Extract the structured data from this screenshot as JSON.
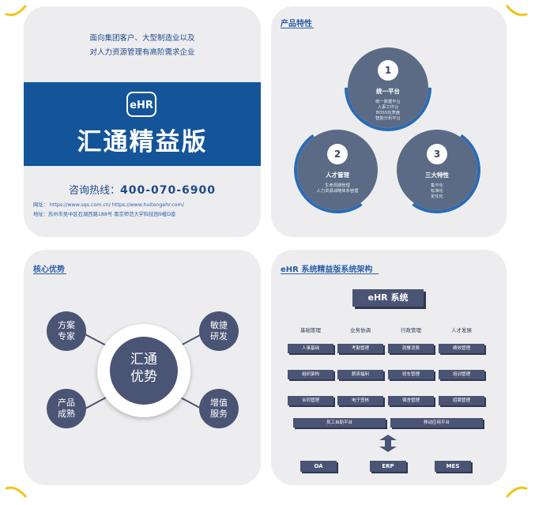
{
  "panel1": {
    "intro_line1": "面向集团客户、大型制造业以及",
    "intro_line2": "对人力资源管理有高阶需求企业",
    "logo": "eHR",
    "title": "汇通精益版",
    "hotline_label": "咨询热线：",
    "hotline_number": "400-070-6900",
    "website": "网址： https://www.sqs.com.cn/    https://www.huitongehr.com/",
    "address": "地址：苏州市吴中区石湖西路188号    南京师范大学科技园9楼D座"
  },
  "panel2": {
    "section_title": "产品特性",
    "features": [
      {
        "num": "1",
        "title": "统一平台",
        "lines": [
          "统一数据平台",
          "人事工作台",
          "BOSS仪表盘",
          "智能分析平台"
        ]
      },
      {
        "num": "2",
        "title": "人才管理",
        "lines": [
          "生命周期管理",
          "人力资源战略体系管理"
        ]
      },
      {
        "num": "3",
        "title": "三大特性",
        "lines": [
          "集平化",
          "标准化",
          "定化化"
        ]
      }
    ]
  },
  "panel3": {
    "section_title": "核心优势",
    "center_line1": "汇通",
    "center_line2": "优势",
    "top_left_line1": "方案",
    "top_left_line2": "专家",
    "top_right_line1": "敏捷",
    "top_right_line2": "研发",
    "bottom_left_line1": "产品",
    "bottom_left_line2": "成熟",
    "bottom_right_line1": "增值",
    "bottom_right_line2": "服务"
  },
  "panel4": {
    "section_title": "eHR 系统精益版系统架构",
    "system_label": "eHR 系统",
    "columns": [
      "基础管理",
      "业务协调",
      "行政管理",
      "人才发展"
    ],
    "row1": [
      "人事基础",
      "考勤管理",
      "就餐消费",
      "绩效管理"
    ],
    "row2": [
      "组织架构",
      "薪资福利",
      "班车管理",
      "培训管理"
    ],
    "row3": [
      "合同管理",
      "电子签核",
      "宿舍管理",
      "招聘管理"
    ],
    "platform_left": "员工自助平台",
    "platform_right": "移动应用平台",
    "integrations": [
      "OA",
      "ERP",
      "MES"
    ]
  },
  "colors": {
    "brand_blue": "#14559a",
    "accent_blue": "#2b5fa6",
    "slate": "#4a5474",
    "panel_bg": "#ededf0",
    "corner_gold": "#f2c318"
  }
}
